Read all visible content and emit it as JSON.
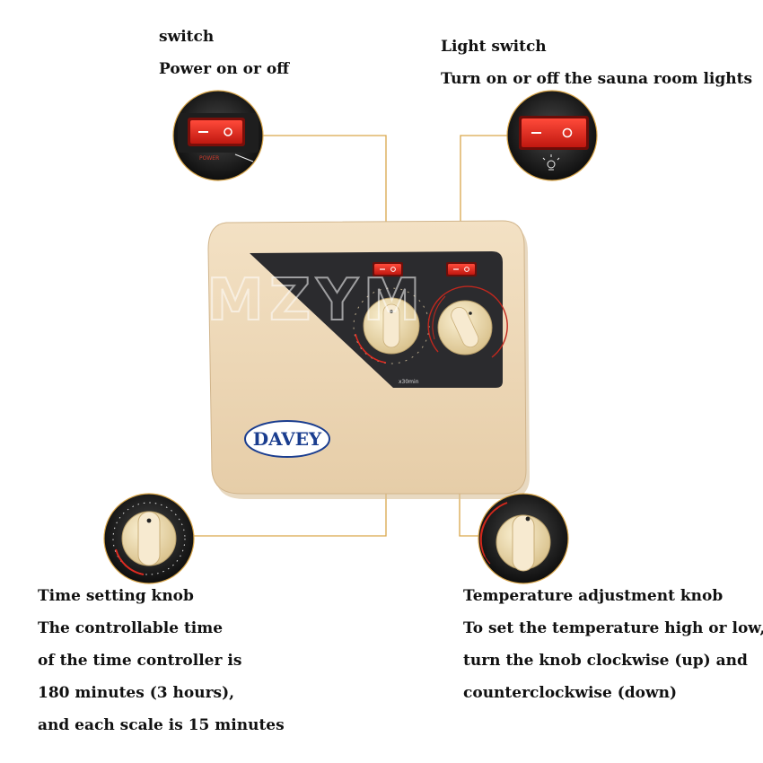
{
  "callouts": {
    "power": {
      "title": "switch",
      "desc": "Power on or off"
    },
    "light": {
      "title": "Light switch",
      "desc": "Turn on or off the sauna room lights"
    },
    "time": {
      "title": "Time setting knob",
      "lines": [
        "The controllable time",
        "of the time controller is",
        "180 minutes (3 hours),",
        "and each scale is 15 minutes"
      ]
    },
    "temp": {
      "title": "Temperature adjustment knob",
      "lines": [
        "To set the temperature high or low,",
        "turn the knob clockwise (up) and",
        "counterclockwise (down)"
      ]
    }
  },
  "device": {
    "brand": "DAVEY",
    "watermark": "ZJMZYM",
    "power_switch_print": "POWER",
    "timer_unit": "x30min"
  },
  "colors": {
    "device_body": "#efd9b8",
    "panel": "#2b2b2e",
    "switch_red": "#e0231c",
    "knob": "#f2e2b4",
    "leader_line": "#d9a64a",
    "brand_blue": "#1a3d8f"
  }
}
